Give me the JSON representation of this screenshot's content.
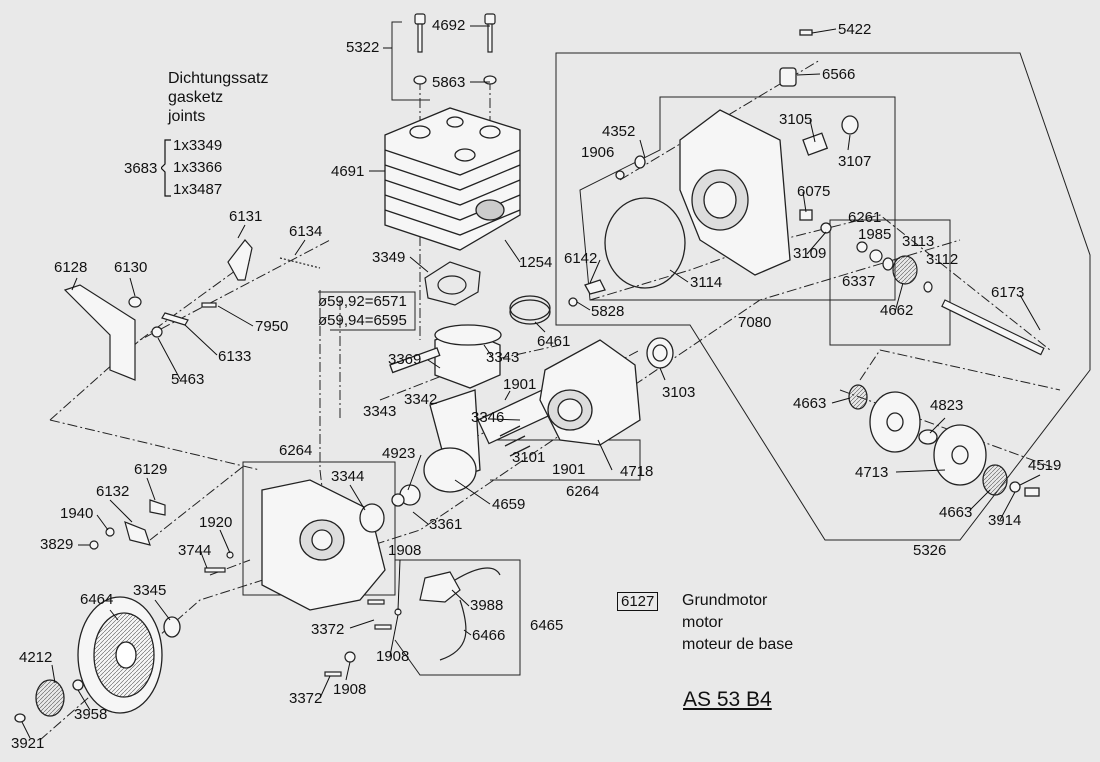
{
  "model": "AS 53 B4",
  "legend": {
    "code": "6127",
    "lines": [
      "Grundmotor",
      "motor",
      "moteur de base"
    ]
  },
  "gasket_set": {
    "lines": [
      "Dichtungssatz",
      "gasketz",
      "joints"
    ],
    "code": "3683",
    "items": [
      "1x3349",
      "1x3366",
      "1x3487"
    ]
  },
  "bore_notes": [
    "ø59,92=6571",
    "ø59,94=6595"
  ],
  "labels": {
    "p5322": "5322",
    "p4692": "4692",
    "p5863": "5863",
    "p4691": "4691",
    "p3349": "3349",
    "p1254": "1254",
    "p6131": "6131",
    "p6134": "6134",
    "p6128": "6128",
    "p6130": "6130",
    "p7950": "7950",
    "p6133": "6133",
    "p5463": "5463",
    "p6461": "6461",
    "p3369": "3369",
    "p3343a": "3343",
    "p3343b": "3343",
    "p3342": "3342",
    "p1901a": "1901",
    "p3346": "3346",
    "p3101": "3101",
    "p1901b": "1901",
    "p4718": "4718",
    "p6264a": "6264",
    "p6264b": "6264",
    "p4923": "4923",
    "p3344": "3344",
    "p3361": "3361",
    "p4659": "4659",
    "p3103": "3103",
    "p5422": "5422",
    "p6566": "6566",
    "p4352": "4352",
    "p1906": "1906",
    "p3105": "3105",
    "p3107": "3107",
    "p6075": "6075",
    "p6261": "6261",
    "p1985": "1985",
    "p3113": "3113",
    "p3109": "3109",
    "p6142": "6142",
    "p3114": "3114",
    "p6337": "6337",
    "p3112": "3112",
    "p5828": "5828",
    "p6173": "6173",
    "p7080": "7080",
    "p4662": "4662",
    "p4663a": "4663",
    "p4823": "4823",
    "p4713": "4713",
    "p4519": "4519",
    "p4663b": "4663",
    "p3914": "3914",
    "p5326": "5326",
    "p6129": "6129",
    "p6132": "6132",
    "p1940": "1940",
    "p3829": "3829",
    "p1920": "1920",
    "p3744": "3744",
    "p1908a": "1908",
    "p3988": "3988",
    "p6465": "6465",
    "p6466": "6466",
    "p3372a": "3372",
    "p1908b": "1908",
    "p1908c": "1908",
    "p3372b": "3372",
    "p6464": "6464",
    "p3345": "3345",
    "p4212": "4212",
    "p3958": "3958",
    "p3921": "3921"
  }
}
